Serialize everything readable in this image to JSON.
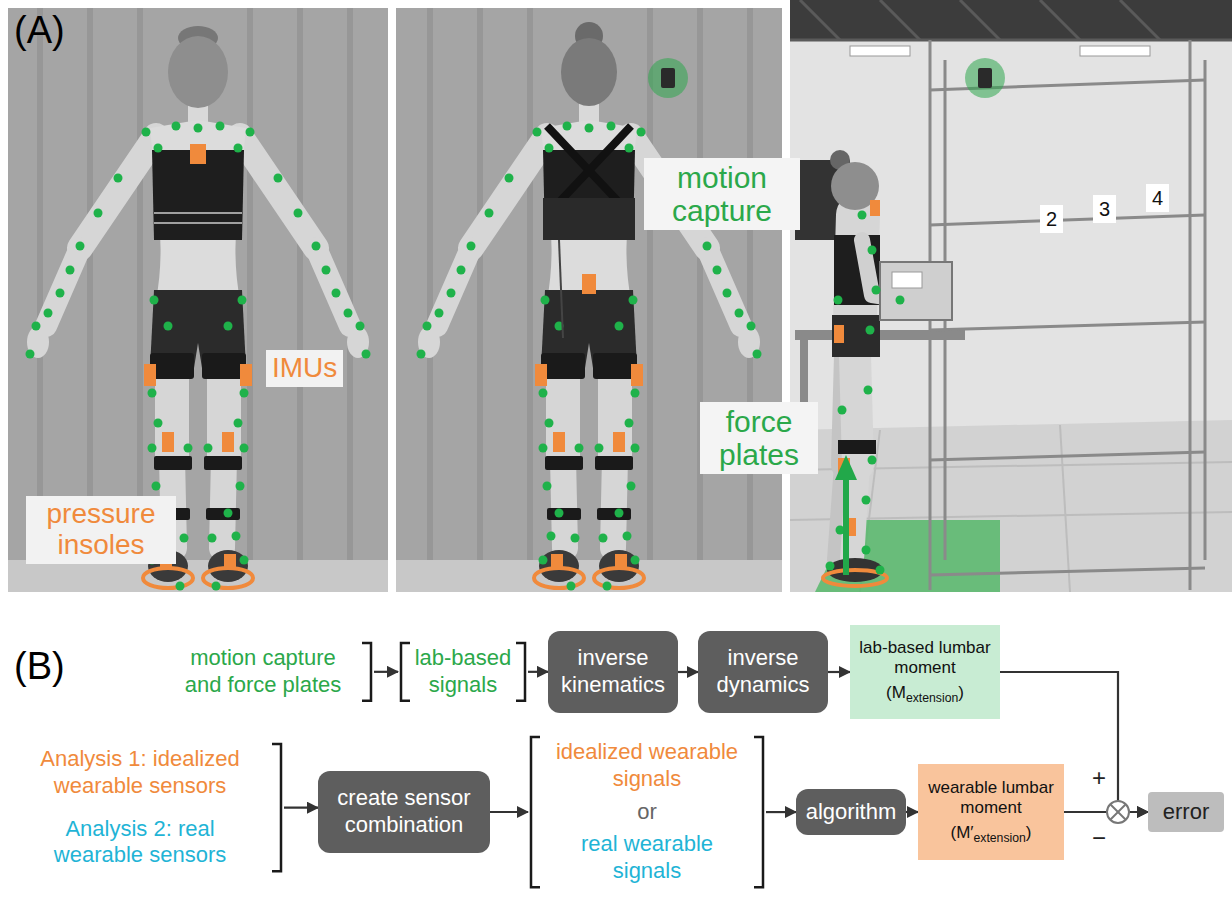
{
  "diagram": {
    "nodes": [
      {
        "text": [
          "motion capture and force plates"
        ]
      },
      {
        "text": [
          "lab-based signals"
        ]
      },
      {
        "text": [
          "inverse kinematics"
        ]
      },
      {
        "text": [
          "inverse dynamics"
        ]
      },
      {
        "text": [
          "lab-based lumbar moment",
          "(M",
          "extension",
          ")"
        ]
      },
      {
        "text": [
          "Analysis 1: idealized wearable sensors",
          "Analysis 2: real wearable sensors"
        ]
      },
      {
        "text": [
          "create sensor combination"
        ]
      },
      {
        "text": [
          "idealized wearable signals",
          "or",
          "real wearable signals"
        ]
      },
      {
        "text": [
          "algorithm"
        ]
      },
      {
        "text": [
          "wearable lumbar moment",
          "(M′",
          "extension",
          ")"
        ]
      },
      {
        "text": [
          "error"
        ]
      }
    ],
    "edges": [
      {
        "from": 0,
        "to": 1,
        "arrow": "to"
      },
      {
        "from": 1,
        "to": 2,
        "arrow": "to"
      },
      {
        "from": 2,
        "to": 3,
        "arrow": "to"
      },
      {
        "from": 3,
        "to": 4,
        "arrow": "to"
      },
      {
        "from": 4,
        "to": 10,
        "label": "+",
        "arrow": "to"
      },
      {
        "from": 5,
        "to": 6,
        "arrow": "to"
      },
      {
        "from": 6,
        "to": 7,
        "arrow": "to"
      },
      {
        "from": 7,
        "to": 8,
        "arrow": "to"
      },
      {
        "from": 8,
        "to": 9,
        "arrow": "to"
      },
      {
        "from": 9,
        "to": 10,
        "label": "−",
        "arrow": "to"
      }
    ],
    "labels": [
      "(A)",
      "IMUs",
      "pressure insoles",
      "motion capture",
      "force plates",
      "2",
      "3",
      "4",
      "(B)"
    ]
  }
}
